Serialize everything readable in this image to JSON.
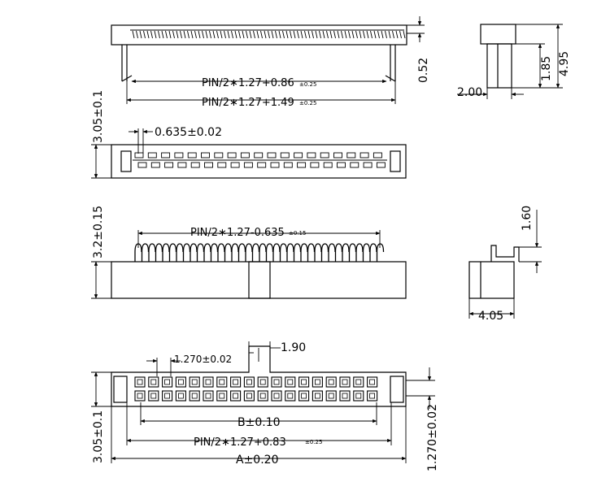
{
  "top_view": {
    "dim_inner": {
      "main": "PIN/2∗1.27+0.86",
      "tol": "±0.25"
    },
    "dim_outer": {
      "main": "PIN/2∗1.27+1.49",
      "tol": "±0.25"
    },
    "dim_height": "0.52"
  },
  "side_view": {
    "dim_total": "4.95",
    "dim_lower": "1.85",
    "dim_width": "2.00"
  },
  "front_view": {
    "dim_pitch": "0.635±0.02",
    "dim_height": "3.05±0.1"
  },
  "pin_view": {
    "dim_span": {
      "main": "PIN/2∗1.27-0.635",
      "tol": "±0.15"
    },
    "dim_height": "3.2±0.15"
  },
  "side_pin_view": {
    "dim_pin": "1.60",
    "dim_width": "4.05"
  },
  "bottom_view": {
    "dim_pitch": "1.270±0.02",
    "dim_key": "1.90",
    "dim_b": "B±0.10",
    "dim_pins": {
      "main": "PIN/2∗1.27+0.83",
      "tol": "±0.25"
    },
    "dim_a": "A±0.20",
    "dim_height": "3.05±0.1",
    "dim_row": "1.270±0.02"
  }
}
